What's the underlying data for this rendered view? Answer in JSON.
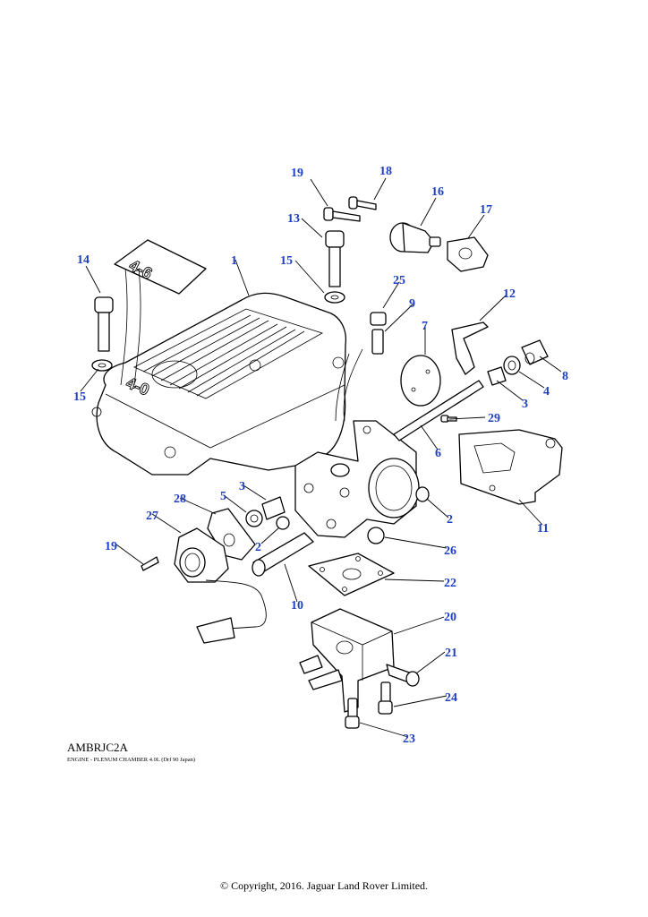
{
  "drawing": {
    "code": "AMBRJC2A",
    "caption": "ENGINE - PLENUM CHAMBER 4.0L (Drf 90 Japan)",
    "copyright": "© Copyright, 2016. Jaguar Land Rover Limited.",
    "emboss_top": "4-6",
    "emboss_main": "4-0"
  },
  "callouts": [
    "19",
    "18",
    "16",
    "13",
    "17",
    "14",
    "1",
    "15",
    "25",
    "12",
    "9",
    "7",
    "8",
    "4",
    "3",
    "15",
    "29",
    "6",
    "3",
    "5",
    "28",
    "2",
    "27",
    "11",
    "2",
    "26",
    "19",
    "22",
    "10",
    "20",
    "21",
    "24",
    "23"
  ],
  "colors": {
    "callout": "#1f3fbf",
    "line": "#000000",
    "background": "#ffffff"
  }
}
